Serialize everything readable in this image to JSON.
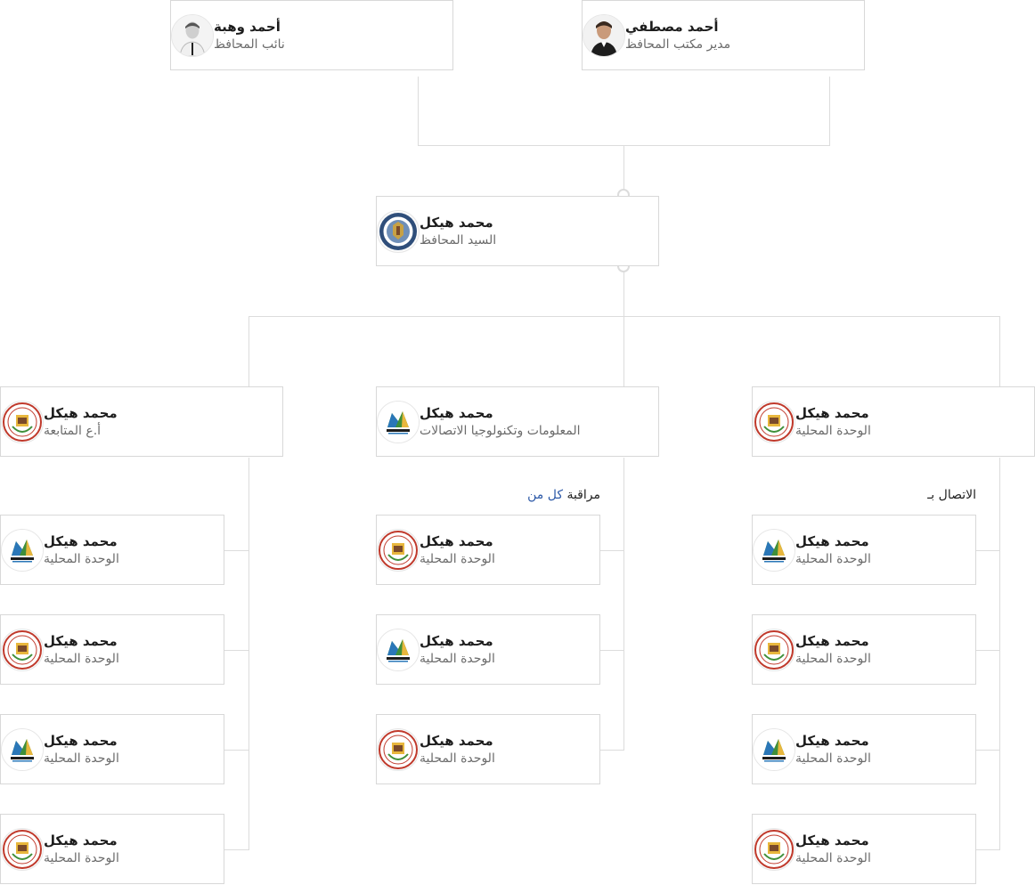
{
  "top": [
    {
      "name": "أحمد مصطفي",
      "role": "مدير مكتب المحافظ",
      "icon": "person-photo-icon"
    },
    {
      "name": "أحمد وهبة",
      "role": "نائب المحافظ",
      "icon": "person-photo-icon"
    }
  ],
  "governor": {
    "name": "محمد هيكل",
    "role": "السيد المحافظ",
    "icon": "governorate-seal-icon"
  },
  "level2": [
    {
      "name": "محمد هيكل",
      "role": "الوحدة المحلية",
      "icon": "red-seal-icon"
    },
    {
      "name": "محمد هيكل",
      "role": "المعلومات وتكنولوجيا الاتصالات",
      "icon": "council-logo-icon"
    },
    {
      "name": "محمد هيكل",
      "role": "أ.ع المتابعة",
      "icon": "red-seal-icon"
    }
  ],
  "group_labels": {
    "right": "الاتصال بـ",
    "middle_part1": "مراقبة",
    "middle_part2": "كل من"
  },
  "col_right": [
    {
      "name": "محمد هيكل",
      "role": "الوحدة المحلية",
      "icon": "council-logo-icon"
    },
    {
      "name": "محمد هيكل",
      "role": "الوحدة المحلية",
      "icon": "red-seal-icon"
    },
    {
      "name": "محمد هيكل",
      "role": "الوحدة المحلية",
      "icon": "council-logo-icon"
    },
    {
      "name": "محمد هيكل",
      "role": "الوحدة المحلية",
      "icon": "red-seal-icon"
    }
  ],
  "col_middle": [
    {
      "name": "محمد هيكل",
      "role": "الوحدة المحلية",
      "icon": "red-seal-icon"
    },
    {
      "name": "محمد هيكل",
      "role": "الوحدة المحلية",
      "icon": "council-logo-icon"
    },
    {
      "name": "محمد هيكل",
      "role": "الوحدة المحلية",
      "icon": "red-seal-icon"
    }
  ],
  "col_left": [
    {
      "name": "محمد هيكل",
      "role": "الوحدة المحلية",
      "icon": "council-logo-icon"
    },
    {
      "name": "محمد هيكل",
      "role": "الوحدة المحلية",
      "icon": "red-seal-icon"
    },
    {
      "name": "محمد هيكل",
      "role": "الوحدة المحلية",
      "icon": "council-logo-icon"
    },
    {
      "name": "محمد هيكل",
      "role": "الوحدة المحلية",
      "icon": "red-seal-icon"
    }
  ],
  "colors": {
    "line": "#dcdcdc",
    "seal_red": "#c0392b",
    "seal_green": "#3f8f3a",
    "accent": "#2e5aa8"
  }
}
